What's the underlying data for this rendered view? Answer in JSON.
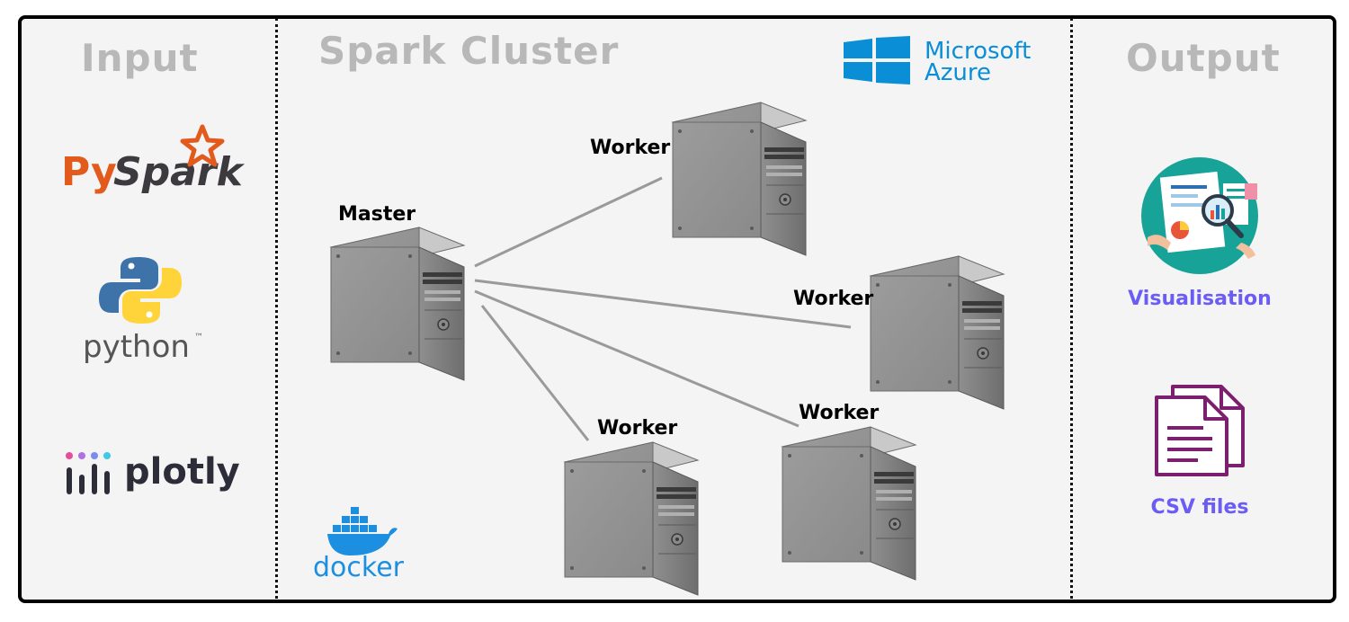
{
  "sections": {
    "input_title": "Input",
    "cluster_title": "Spark Cluster",
    "output_title": "Output"
  },
  "input_logos": {
    "pyspark_py": "Py",
    "pyspark_spark": "Spark",
    "python": "python",
    "python_tm": "™",
    "plotly": "plotly"
  },
  "cluster": {
    "master_label": "Master",
    "worker_labels": [
      "Worker",
      "Worker",
      "Worker",
      "Worker"
    ],
    "azure_brand_top": "Microsoft",
    "azure_brand_bottom": "Azure",
    "docker_label": "docker"
  },
  "outputs": {
    "visualisation_label": "Visualisation",
    "csv_label": "CSV files"
  },
  "colors": {
    "section_title": "#b8b8b8",
    "output_label": "#6a5cf5",
    "azure_blue": "#0a8ed6",
    "docker_blue": "#1d8fe0",
    "pyspark_orange": "#e25a1c",
    "csv_icon": "#7b1f6e"
  }
}
